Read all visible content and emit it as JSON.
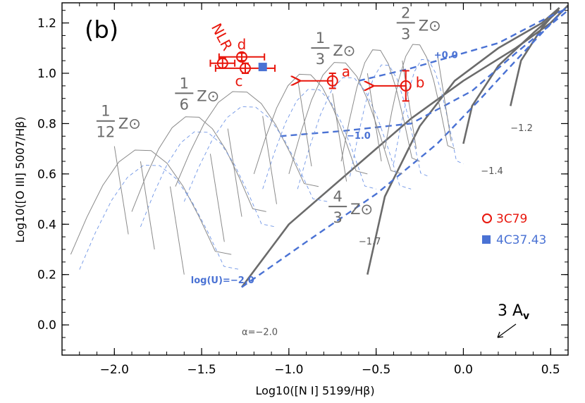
{
  "chart_data": {
    "type": "scatter",
    "panel_label": "(b)",
    "xlabel": "Log10([N I] 5199/Hβ)",
    "ylabel": "Log10([O III] 5007/Hβ)",
    "xlim": [
      -2.3,
      0.6
    ],
    "ylim": [
      -0.12,
      1.28
    ],
    "xticks": [
      -2.0,
      -1.5,
      -1.0,
      -0.5,
      0.0,
      0.5
    ],
    "xtick_labels": [
      "−2.0",
      "−1.5",
      "−1.0",
      "−0.5",
      "0.0",
      "0.5"
    ],
    "yticks": [
      0.0,
      0.2,
      0.4,
      0.6,
      0.8,
      1.0,
      1.2
    ],
    "ytick_labels": [
      "0.0",
      "0.2",
      "0.4",
      "0.6",
      "0.8",
      "1.0",
      "1.2"
    ],
    "metallicity_labels": [
      {
        "num": "1",
        "den": "12",
        "unit": "Z⊙",
        "x": -2.05,
        "y": 0.83
      },
      {
        "num": "1",
        "den": "6",
        "unit": "Z⊙",
        "x": -1.6,
        "y": 0.94
      },
      {
        "num": "1",
        "den": "3",
        "unit": "Z⊙",
        "x": -0.82,
        "y": 1.12
      },
      {
        "num": "2",
        "den": "3",
        "unit": "Z⊙",
        "x": -0.33,
        "y": 1.22
      },
      {
        "num": "4",
        "den": "3",
        "unit": "Z⊙",
        "x": -0.72,
        "y": 0.49
      }
    ],
    "grid_labels_alpha": [
      {
        "text": "α=−2.0",
        "x": -1.27,
        "y": -0.04
      },
      {
        "text": "−1.7",
        "x": -0.6,
        "y": 0.32
      },
      {
        "text": "−1.4",
        "x": 0.1,
        "y": 0.6
      },
      {
        "text": "−1.2",
        "x": 0.27,
        "y": 0.77
      }
    ],
    "grid_labels_logU": [
      {
        "text": "log(U)=−2.0",
        "x": -1.38,
        "y": 0.165
      },
      {
        "text": "−1.0",
        "x": -0.6,
        "y": 0.74
      },
      {
        "text": "+0.0",
        "x": -0.1,
        "y": 1.06
      }
    ],
    "series": [
      {
        "name": "3C79",
        "marker": "circle-open",
        "color": "#e8160c",
        "points": [
          {
            "label": "NLR",
            "x": -1.38,
            "y": 1.04,
            "xerr": 0.07,
            "yerr": 0.02
          },
          {
            "label": "d",
            "x": -1.27,
            "y": 1.065,
            "xerr": 0.13,
            "yerr": 0.015
          },
          {
            "label": "c",
            "x": -1.25,
            "y": 1.02,
            "xerr": 0.17,
            "yerr": 0.02
          },
          {
            "label": "a",
            "x": -0.75,
            "y": 0.97,
            "yerr": 0.03,
            "upper_limit_x": true
          },
          {
            "label": "b",
            "x": -0.33,
            "y": 0.95,
            "yerr": 0.06,
            "upper_limit_x": true
          }
        ]
      },
      {
        "name": "4C37.43",
        "marker": "square-filled",
        "color": "#4a72d4",
        "points": [
          {
            "x": -1.15,
            "y": 1.025
          }
        ]
      }
    ],
    "legend": {
      "position": "right"
    },
    "extinction_arrow": {
      "label": "3 A",
      "subscript": "v"
    }
  }
}
